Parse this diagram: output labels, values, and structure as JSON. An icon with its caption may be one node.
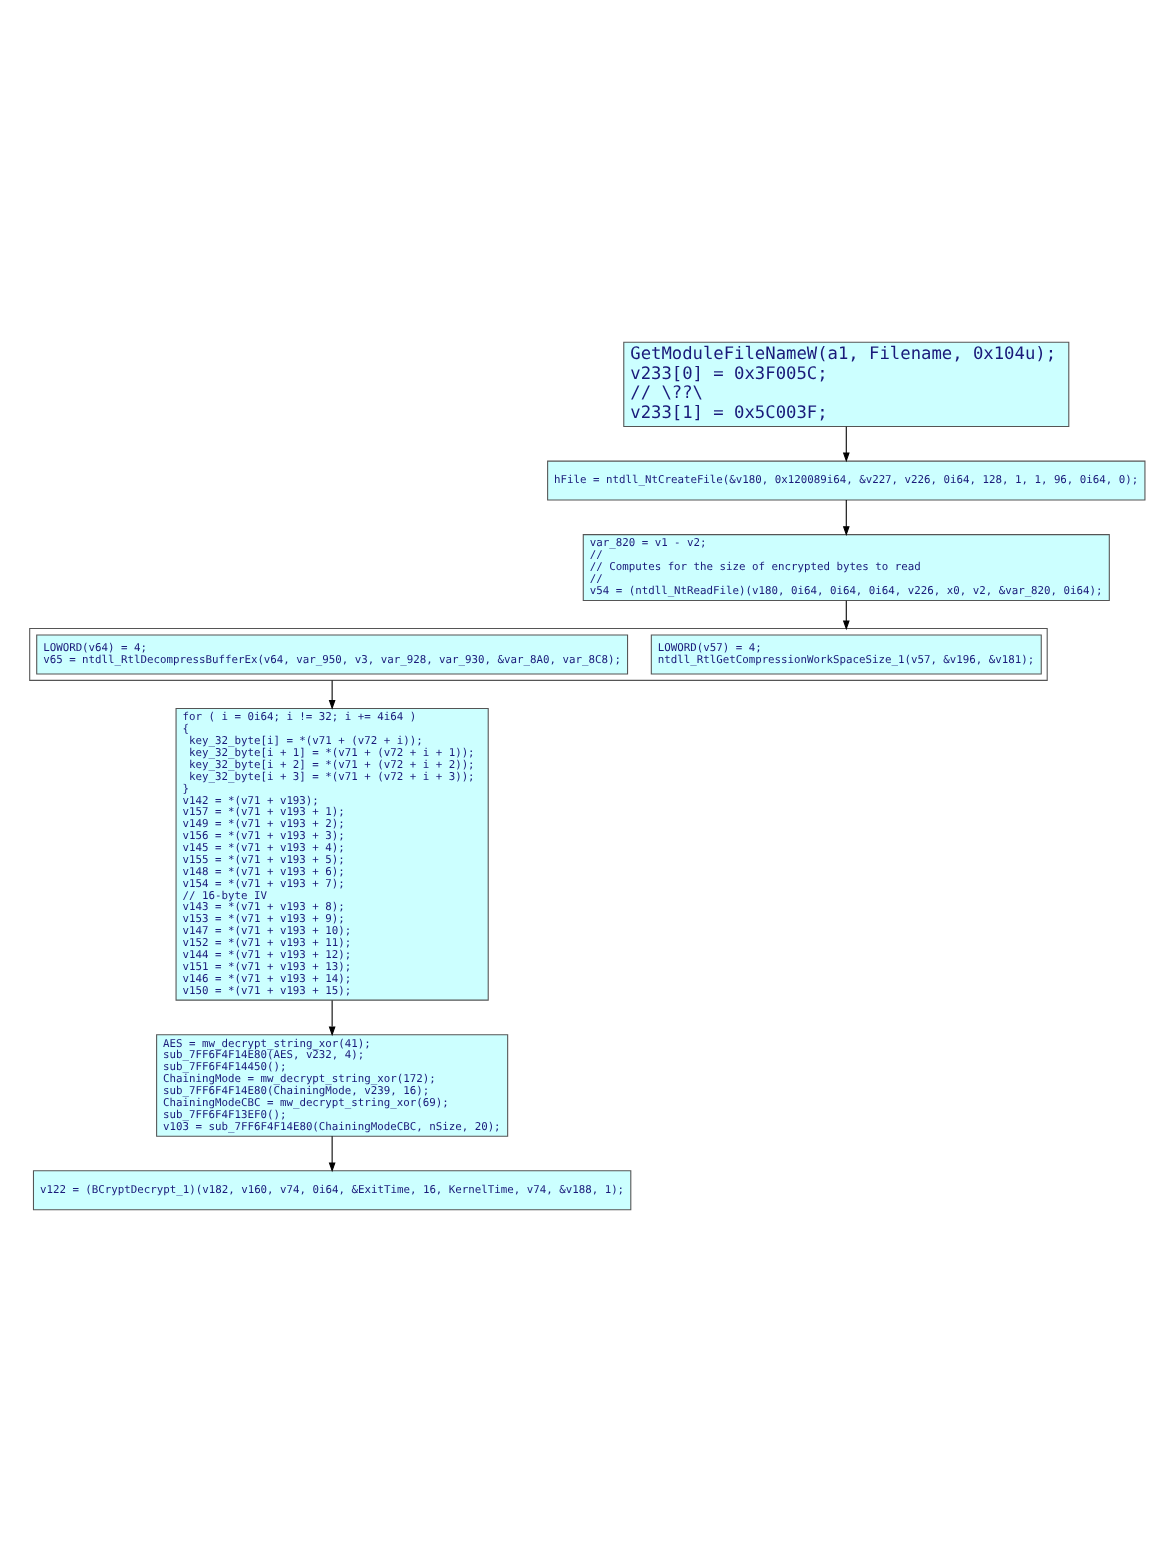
{
  "diagram": {
    "nodes": [
      {
        "text": [
          "GetModuleFileNameW(a1, Filename, 0x104u);",
          "v233[0] = 0x3F005C;",
          "// \\??\\",
          "v233[1] = 0x5C003F;"
        ]
      },
      {
        "text": [
          "hFile = ntdll_NtCreateFile(&v180, 0x120089i64, &v227, v226, 0i64, 128, 1, 1, 96, 0i64, 0);"
        ]
      },
      {
        "text": [
          "var_820 = v1 - v2;",
          "//",
          "// Computes for the size of encrypted bytes to read",
          "//",
          "v54 = (ntdll_NtReadFile)(v180, 0i64, 0i64, 0i64, v226, x0, v2, &var_820, 0i64);"
        ]
      },
      {
        "text": [],
        "shape": "box"
      },
      {
        "text": [
          "LOWORD(v57) = 4;",
          "ntdll_RtlGetCompressionWorkSpaceSize_1(v57, &v196, &v181);"
        ],
        "in": 3
      },
      {
        "text": [
          "LOWORD(v64) = 4;",
          "v65 = ntdll_RtlDecompressBufferEx(v64, var_950, v3, var_928, var_930, &var_8A0, var_8C8);"
        ],
        "in": 3
      },
      {
        "text": [
          "for ( i = 0i64; i != 32; i += 4i64 )",
          "{",
          "  key_32_byte[i] = *(v71 + (v72 + i));",
          "  key_32_byte[i + 1] = *(v71 + (v72 + i + 1));",
          "  key_32_byte[i + 2] = *(v71 + (v72 + i + 2));",
          "  key_32_byte[i + 3] = *(v71 + (v72 + i + 3));",
          "}",
          "v142 = *(v71 + v193);",
          "v157 = *(v71 + v193 + 1);",
          "v149 = *(v71 + v193 + 2);",
          "v156 = *(v71 + v193 + 3);",
          "v145 = *(v71 + v193 + 4);",
          "v155 = *(v71 + v193 + 5);",
          "v148 = *(v71 + v193 + 6);",
          "v154 = *(v71 + v193 + 7);",
          "// 16-byte IV",
          "v143 = *(v71 + v193 + 8);",
          "v153 = *(v71 + v193 + 9);",
          "v147 = *(v71 + v193 + 10);",
          "v152 = *(v71 + v193 + 11);",
          "v144 = *(v71 + v193 + 12);",
          "v151 = *(v71 + v193 + 13);",
          "v146 = *(v71 + v193 + 14);",
          "v150 = *(v71 + v193 + 15);"
        ]
      },
      {
        "text": [
          "AES = mw_decrypt_string_xor(41);",
          "sub_7FF6F4F14E80(AES, v232, 4);",
          "sub_7FF6F4F14450();",
          "ChainingMode = mw_decrypt_string_xor(172);",
          "sub_7FF6F4F14E80(ChainingMode, v239, 16);",
          "ChainingModeCBC = mw_decrypt_string_xor(69);",
          "sub_7FF6F4F13EF0();",
          "v103 = sub_7FF6F4F14E80(ChainingModeCBC, nSize, 20);"
        ]
      },
      {
        "text": [
          "v122 = (BCryptDecrypt_1)(v182, v160, v74, 0i64, &ExitTime, 16, KernelTime, v74, &v188, 1);"
        ]
      }
    ],
    "edges": [
      {
        "from": 0,
        "to": 1,
        "arrow": "to"
      },
      {
        "from": 1,
        "to": 2,
        "arrow": "to"
      },
      {
        "from": 2,
        "to": 3,
        "arrow": "to"
      },
      {
        "from": 3,
        "to": 6,
        "arrow": "to"
      },
      {
        "from": 6,
        "to": 7,
        "arrow": "to"
      },
      {
        "from": 7,
        "to": 8,
        "arrow": "to"
      }
    ]
  }
}
